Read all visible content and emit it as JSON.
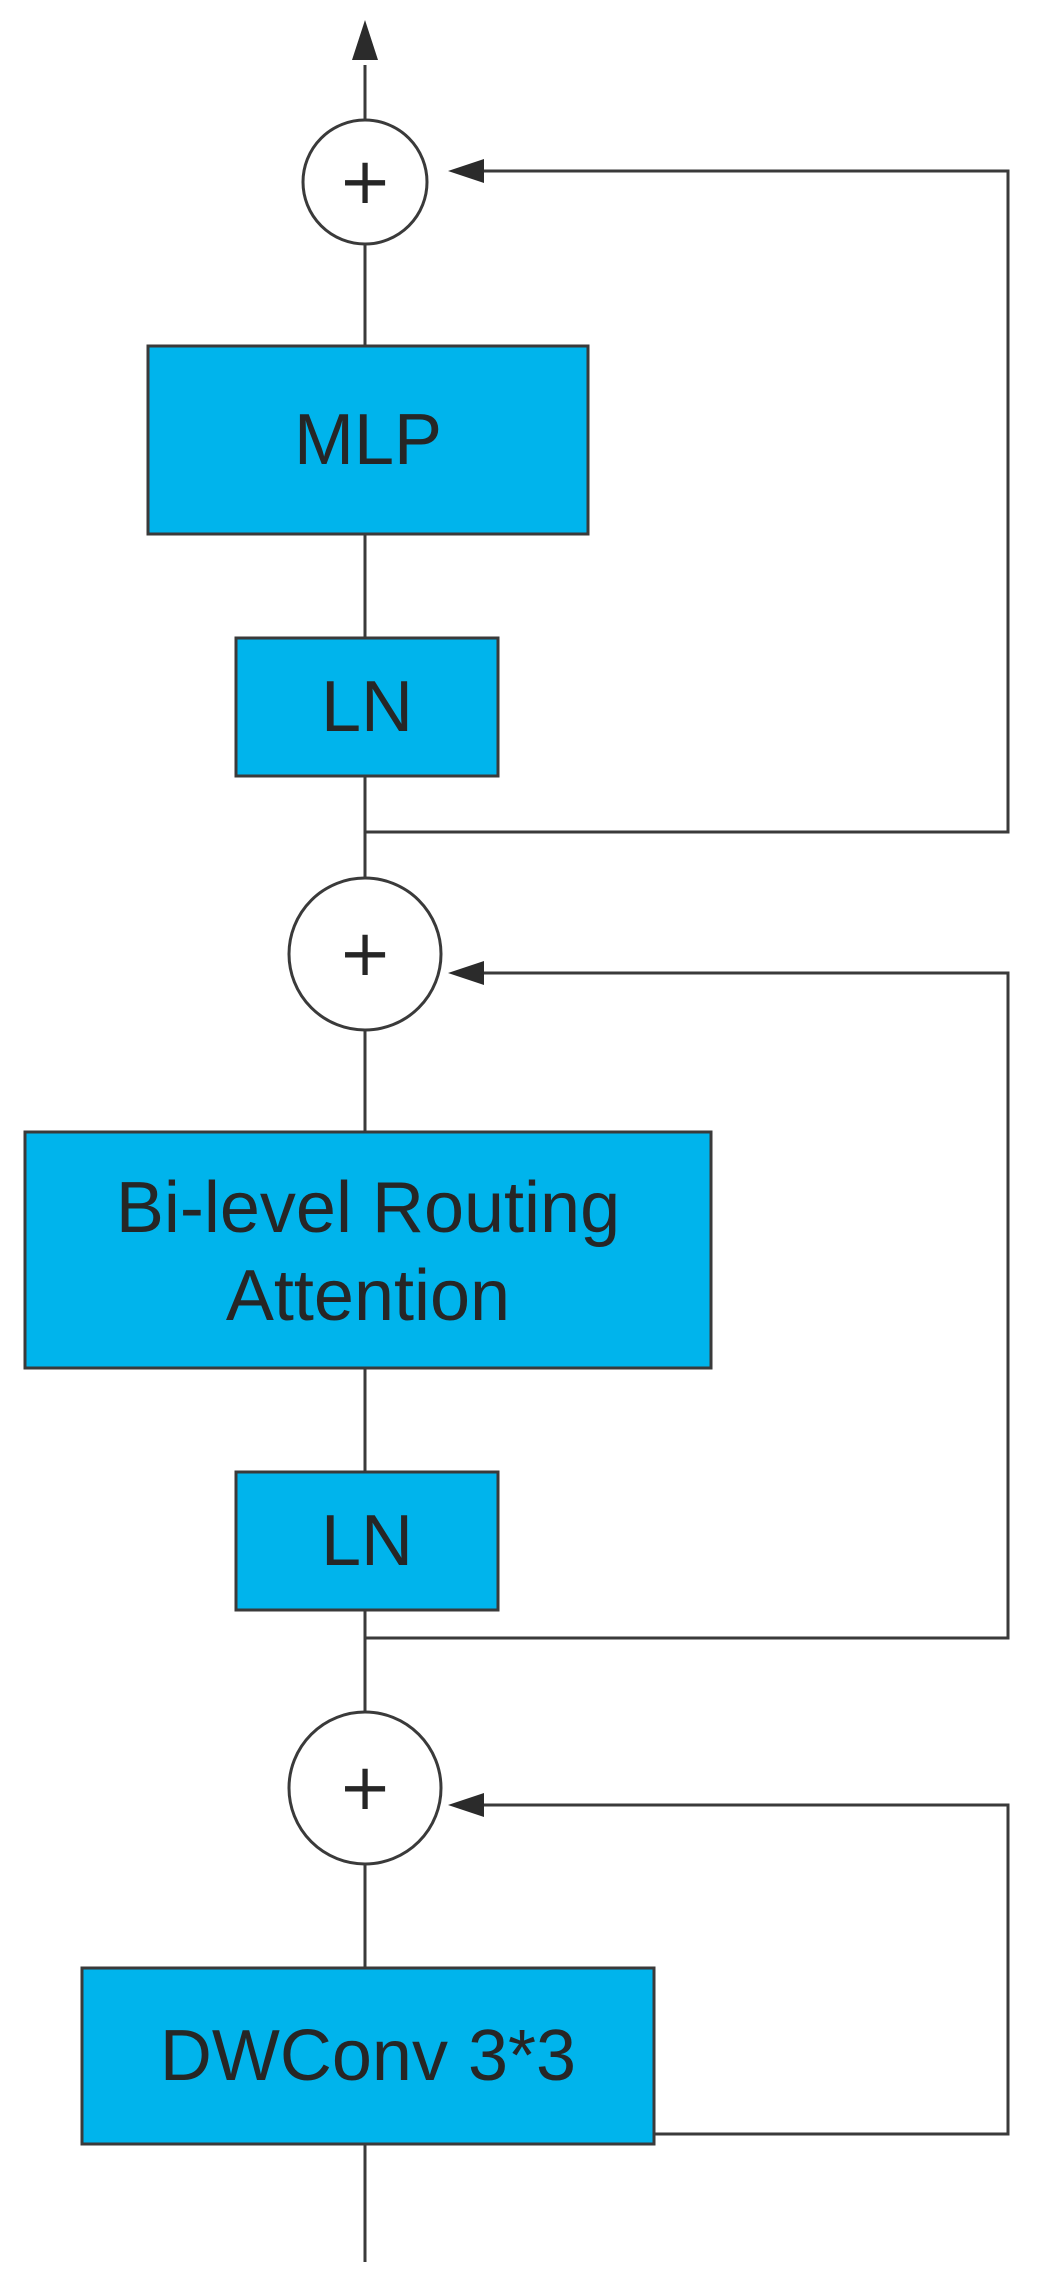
{
  "diagram": {
    "block_fill": "#00b4ec",
    "line_color": "#3a3a3a",
    "blocks": {
      "mlp": "MLP",
      "ln_top": "LN",
      "attention_line1": "Bi-level Routing",
      "attention_line2": "Attention",
      "ln_bottom": "LN",
      "dwconv": "DWConv 3*3"
    },
    "adders": {
      "sign": "+"
    }
  }
}
